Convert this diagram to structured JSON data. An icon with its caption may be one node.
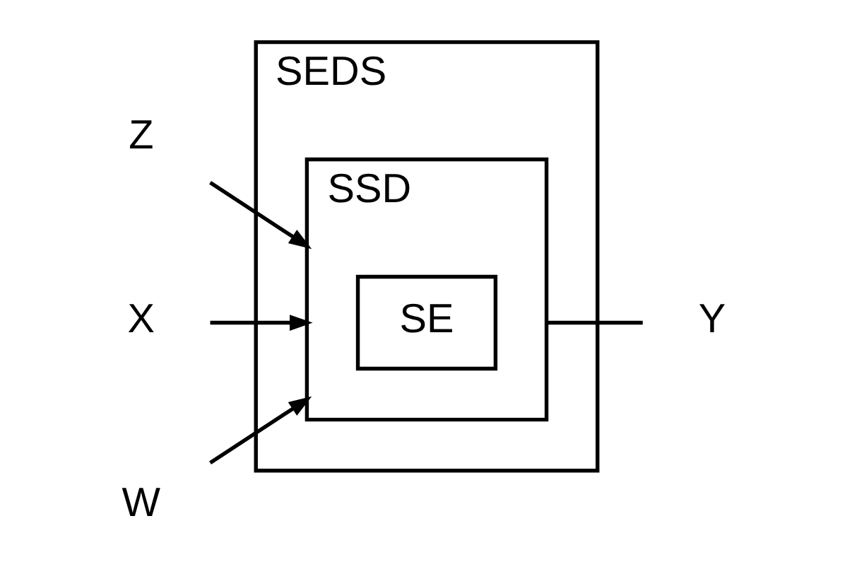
{
  "diagram": {
    "nodes": [
      {
        "text": [
          "SEDS"
        ]
      },
      {
        "text": [
          "SSD"
        ],
        "in": 0
      },
      {
        "text": [
          "SE"
        ],
        "in": 1
      },
      {
        "text": [
          "Z"
        ]
      },
      {
        "text": [
          "X"
        ]
      },
      {
        "text": [
          "W"
        ]
      },
      {
        "text": [
          "Y"
        ]
      }
    ],
    "edges": [
      {
        "from": 3,
        "to": 1,
        "arrow": "to"
      },
      {
        "from": 4,
        "to": 1,
        "arrow": "to"
      },
      {
        "from": 5,
        "to": 1,
        "arrow": "to"
      },
      {
        "from": 1,
        "to": 6,
        "arrow": "none"
      }
    ]
  }
}
